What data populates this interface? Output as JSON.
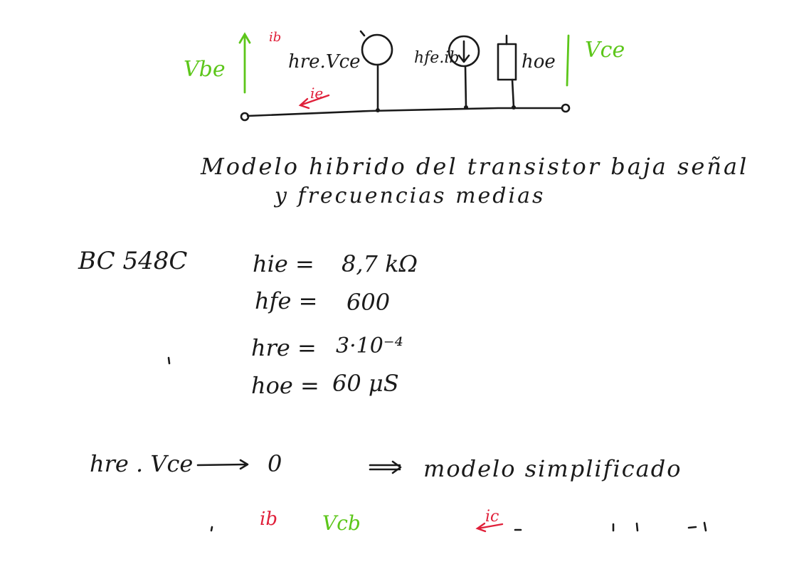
{
  "circuit": {
    "vbe": "Vbe",
    "ib_top": "ib",
    "hre_vce": "hre.Vce",
    "hfe_ib": "hfe.ib",
    "hoe": "hoe",
    "vce": "Vce",
    "ie": "ie"
  },
  "caption": {
    "line1": "Modelo hibrido del transistor baja señal",
    "line2": "y frecuencias medias"
  },
  "part": {
    "name": "BC 548C",
    "params": [
      {
        "label": "hie =",
        "value": "8,7 kΩ"
      },
      {
        "label": "hfe =",
        "value": "600"
      },
      {
        "label": "hre =",
        "value": "3·10⁻⁴"
      },
      {
        "label": "hoe =",
        "value": "60 μS"
      }
    ]
  },
  "conclusion": {
    "left": "hre . Vce",
    "right_value": "0",
    "result": "modelo simplificado"
  },
  "bottom_fragment": {
    "ib": "ib",
    "vcb": "Vcb",
    "ic": "ic"
  }
}
